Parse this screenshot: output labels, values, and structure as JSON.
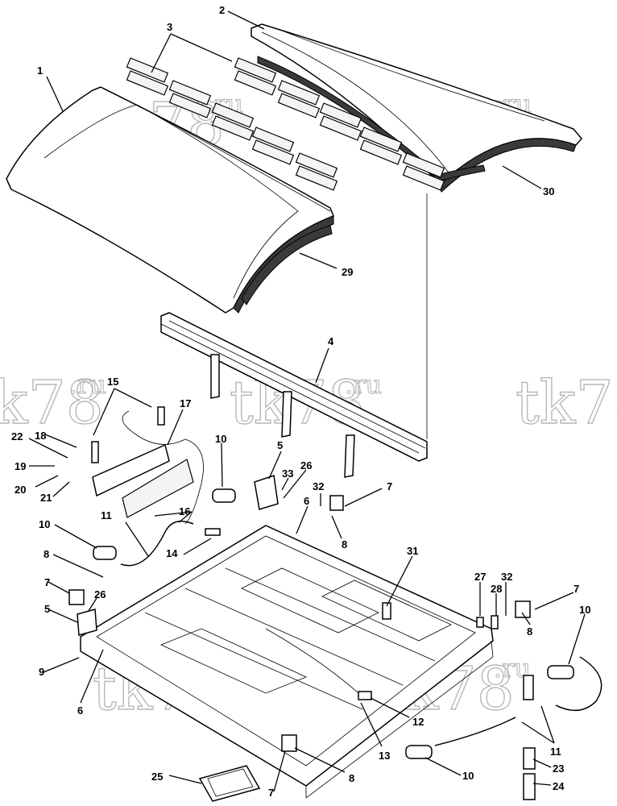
{
  "watermark": {
    "text_main": "tk78",
    "text_suffix": ".ru"
  },
  "callouts": [
    {
      "id": "1",
      "text": "1"
    },
    {
      "id": "2",
      "text": "2"
    },
    {
      "id": "3",
      "text": "3"
    },
    {
      "id": "4",
      "text": "4"
    },
    {
      "id": "5a",
      "text": "5"
    },
    {
      "id": "5b",
      "text": "5"
    },
    {
      "id": "6a",
      "text": "6"
    },
    {
      "id": "6b",
      "text": "6"
    },
    {
      "id": "7a",
      "text": "7"
    },
    {
      "id": "7b",
      "text": "7"
    },
    {
      "id": "7c",
      "text": "7"
    },
    {
      "id": "7d",
      "text": "7"
    },
    {
      "id": "8a",
      "text": "8"
    },
    {
      "id": "8b",
      "text": "8"
    },
    {
      "id": "8c",
      "text": "8"
    },
    {
      "id": "8d",
      "text": "8"
    },
    {
      "id": "9",
      "text": "9"
    },
    {
      "id": "10a",
      "text": "10"
    },
    {
      "id": "10b",
      "text": "10"
    },
    {
      "id": "10c",
      "text": "10"
    },
    {
      "id": "10d",
      "text": "10"
    },
    {
      "id": "11a",
      "text": "11"
    },
    {
      "id": "11b",
      "text": "11"
    },
    {
      "id": "12",
      "text": "12"
    },
    {
      "id": "13",
      "text": "13"
    },
    {
      "id": "14",
      "text": "14"
    },
    {
      "id": "15",
      "text": "15"
    },
    {
      "id": "16",
      "text": "16"
    },
    {
      "id": "17",
      "text": "17"
    },
    {
      "id": "18",
      "text": "18"
    },
    {
      "id": "19",
      "text": "19"
    },
    {
      "id": "20",
      "text": "20"
    },
    {
      "id": "21",
      "text": "21"
    },
    {
      "id": "22",
      "text": "22"
    },
    {
      "id": "23",
      "text": "23"
    },
    {
      "id": "24",
      "text": "24"
    },
    {
      "id": "25",
      "text": "25"
    },
    {
      "id": "26a",
      "text": "26"
    },
    {
      "id": "26b",
      "text": "26"
    },
    {
      "id": "27",
      "text": "27"
    },
    {
      "id": "28",
      "text": "28"
    },
    {
      "id": "29",
      "text": "29"
    },
    {
      "id": "30",
      "text": "30"
    },
    {
      "id": "31",
      "text": "31"
    },
    {
      "id": "32a",
      "text": "32"
    },
    {
      "id": "32b",
      "text": "32"
    },
    {
      "id": "33",
      "text": "33"
    }
  ]
}
